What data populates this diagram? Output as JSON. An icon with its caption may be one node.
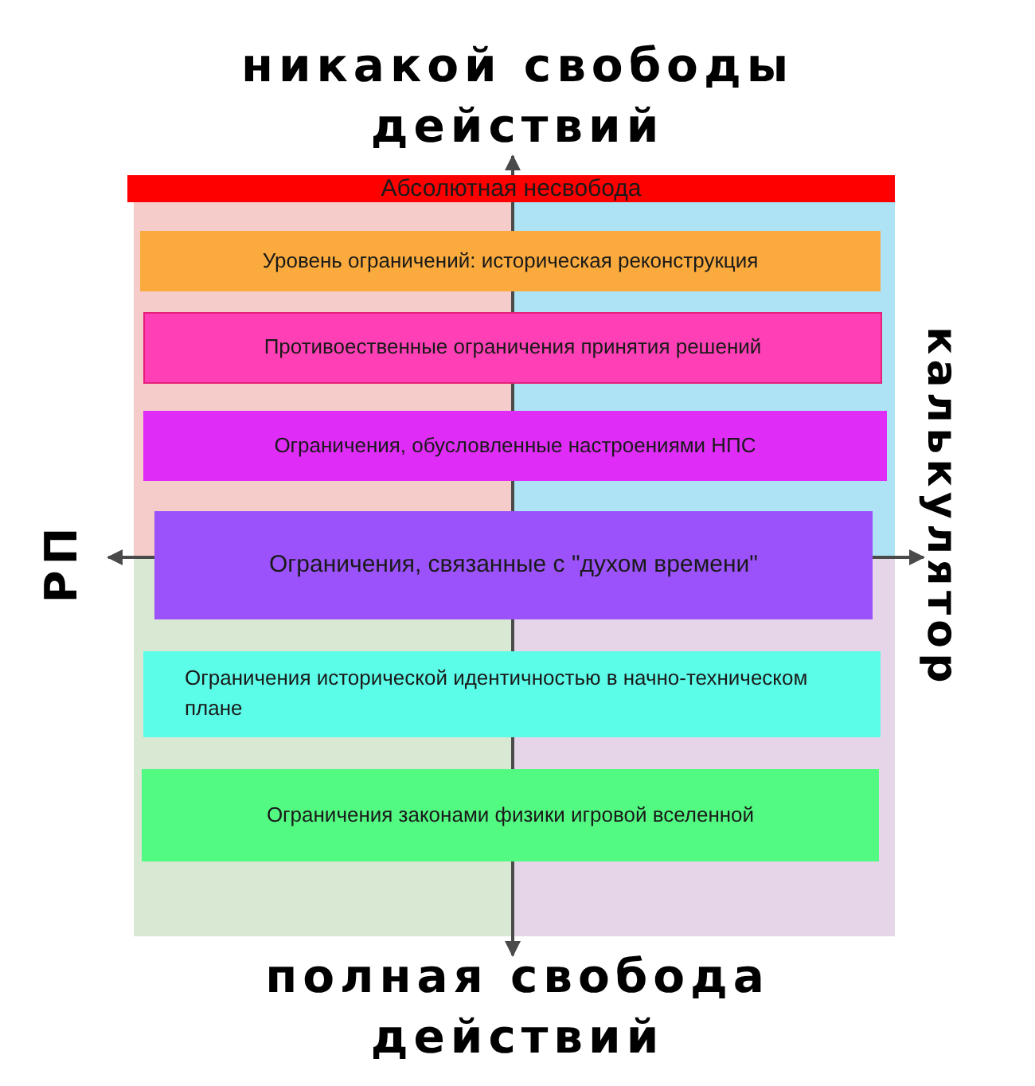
{
  "diagram": {
    "nodes": [
      {
        "text": [
          "Абсолютная несвобода"
        ]
      },
      {
        "text": [
          "Уровень ограничений: историческая реконструкция"
        ]
      },
      {
        "text": [
          "Противоественные ограничения принятия решений"
        ]
      },
      {
        "text": [
          "Ограничения, обусловленные настроениями НПС"
        ]
      },
      {
        "text": [
          "Ограничения, связанные с \"духом времени\""
        ]
      },
      {
        "text": [
          "Ограничения исторической идентичностью в начно-техническом плане"
        ]
      },
      {
        "text": [
          "Ограничения законами физики игровой вселенной"
        ]
      }
    ],
    "labels": [
      "никакой свободы действий",
      "РП",
      "калькулятор",
      "полная свобода действий"
    ]
  }
}
